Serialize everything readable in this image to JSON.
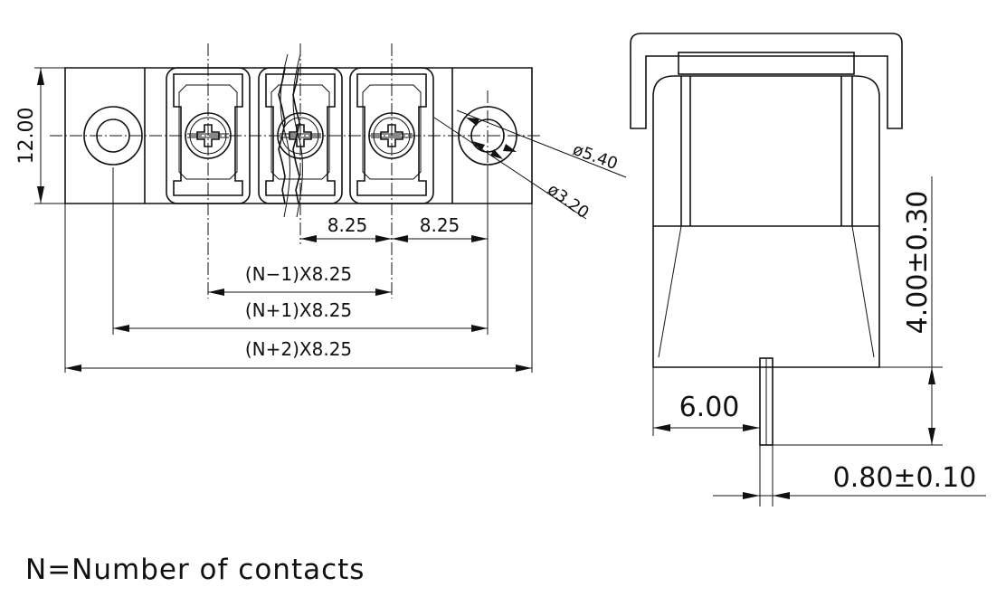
{
  "labels": {
    "height": "12.00",
    "dia_outer": "ø5.40",
    "dia_inner": "ø3.20",
    "pitch_a": "8.25",
    "pitch_b": "8.25",
    "span_n_minus_1": "(N−1)X8.25",
    "span_n_plus_1": "(N+1)X8.25",
    "span_n_plus_2": "(N+2)X8.25",
    "side_height": "4.00±0.30",
    "side_offset": "6.00",
    "pin_width": "0.80±0.10"
  },
  "note": "N=Number of contacts"
}
